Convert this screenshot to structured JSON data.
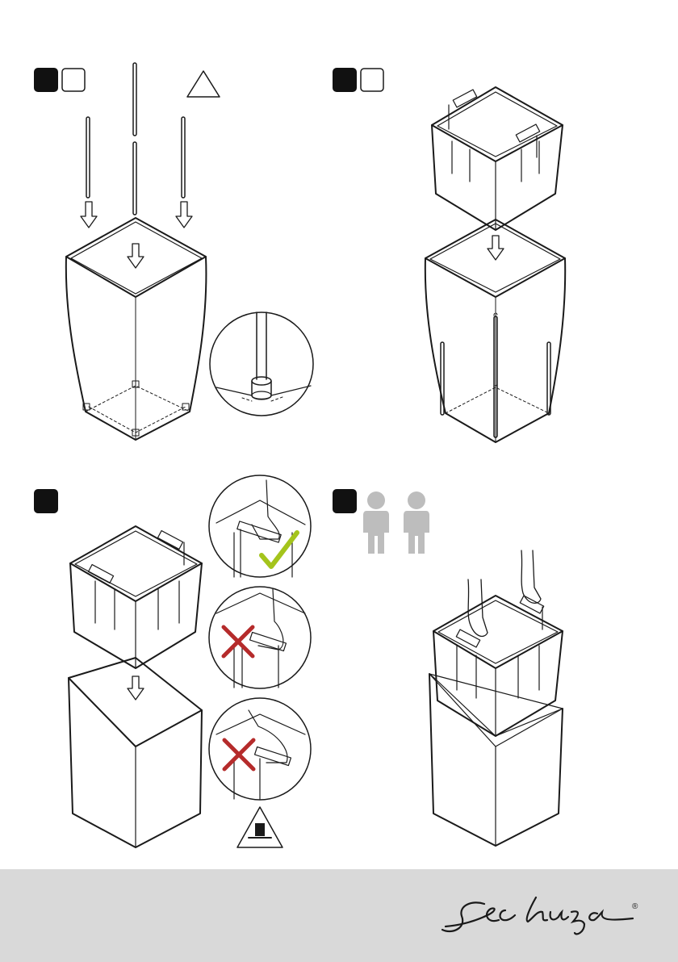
{
  "steps": [
    {
      "id": "1",
      "number_badge": "",
      "sub_badge": ""
    },
    {
      "id": "2",
      "number_badge": "",
      "sub_badge": ""
    },
    {
      "id": "3",
      "number_badge": ""
    },
    {
      "id": "4",
      "number_badge": ""
    }
  ],
  "brand": {
    "logo_text": "Lechuza",
    "registered_mark": "®"
  },
  "colors": {
    "line": "#1a1a1a",
    "badge_fill": "#111111",
    "person_gray": "#bdbdbd",
    "check_green": "#a4c41c",
    "cross_red": "#b52b2b",
    "footer_gray": "#d9d9d9"
  },
  "icons": [
    "warning-triangle-icon",
    "pinch-hazard-icon",
    "checkmark-icon",
    "cross-icon",
    "person-icon"
  ]
}
